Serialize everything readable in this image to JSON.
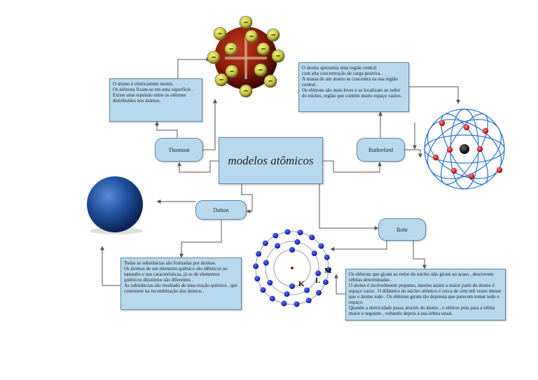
{
  "central": {
    "label": "modelos atômicos"
  },
  "nodes": {
    "thomson": "Thomson",
    "rutherford": "Rutherford",
    "dalton": "Dalton",
    "bohr": "Bohr"
  },
  "notes": {
    "thomson": "O átomo é eletricamnte neutro.\nOs elétrons fixam-se em uma superfície .\nExiste uma repulsão entre os elétrons distribuídos nos átomos.",
    "rutherford": "  O átomo apresenta uma região central\ncom alta concentração de carga positiva .\nA massa de um átomo se concentra na sua região central .\nOs elétrons são mais leves e se localizam ao redor do núcleo, região que contém muito espaço vazios .",
    "dalton": "   Todas as substâncias são formadas por átomos.\nOs átomos de um elemento químico são idênticos no tamanho e nas características, já os de elementos químicos dinstintos são diferentes .\nAs substâncias são resultado de uma reação química , que consistem na recombinação dos átomos .",
    "bohr": "   Os  elétrons que giram ao redor do núcleo não giram ao acaso , descrevem órbitas determinadas .\nO átomo é incrivelmente pequeno, mesmo assim a maior parte do átomo é espaço vazio . O diâmetro do núcleo atômico é cerca de cem mil vezes menor que o átomo todo .  Os elétrons giram tão depressa que parecem tomar todo o espaço.\nQuando a eletricidade passa através do átomo , o elétron pula para a órbita maior e seguinte , voltando depois à sua órbita usual."
  },
  "atom_labels": {
    "k": "K",
    "l": "L",
    "m": "M"
  },
  "electron_sign": "−",
  "colors": {
    "box_fill": "#b8d8ee",
    "box_border": "#5c87a6",
    "connector": "#555555",
    "thomson_sphere": "#8b1a0a",
    "thomson_electron": "#c4c43a",
    "rutherford_orbit": "#2a6fd6",
    "rutherford_electron": "#d42020",
    "dalton_sphere": "#1f4f9c",
    "bohr_electron": "#0a1aa8"
  }
}
